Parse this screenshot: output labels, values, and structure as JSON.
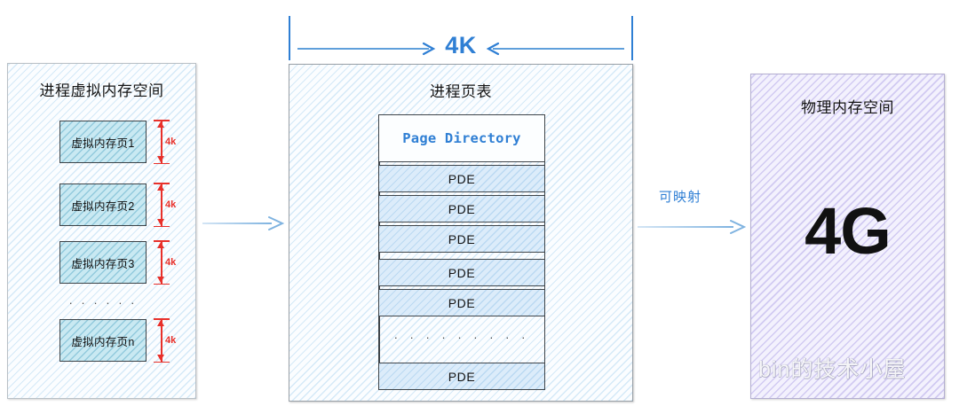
{
  "diagram": {
    "title_semantic": "virtual-memory-to-page-table-to-physical-memory",
    "colors": {
      "accent_blue": "#2f7fd4",
      "arrow_blue": "#7fb3e0",
      "dimension_red": "#e8302a",
      "page_fill_cyan": "#c9e9f2",
      "pde_fill_blue": "#dcecfa",
      "physical_fill_purple": "#f3f1fd"
    }
  },
  "top_dimension": {
    "label": "4K",
    "left_chevron_icon": "arrow-right-icon",
    "right_chevron_icon": "arrow-left-icon"
  },
  "virtual_memory_panel": {
    "title": "进程虚拟内存空间",
    "pages": [
      {
        "label": "虚拟内存页1",
        "size": "4k"
      },
      {
        "label": "虚拟内存页2",
        "size": "4k"
      },
      {
        "label": "虚拟内存页3",
        "size": "4k"
      },
      {
        "label": "虚拟内存页n",
        "size": "4k"
      }
    ],
    "ellipsis": "· · · · · ·"
  },
  "page_table_panel": {
    "title": "进程页表",
    "directory_label": "Page Directory",
    "entries": [
      {
        "label": "PDE"
      },
      {
        "label": "PDE"
      },
      {
        "label": "PDE"
      },
      {
        "label": "PDE"
      },
      {
        "label": "PDE"
      }
    ],
    "ellipsis": "· · · · · · · · ·",
    "last_entry": {
      "label": "PDE"
    }
  },
  "physical_memory_panel": {
    "title": "物理内存空间",
    "capacity": "4G",
    "watermark": {
      "text": "bin的技术小屋",
      "icon": "wechat-icon"
    }
  },
  "arrows": {
    "vm_to_pt": {
      "label": ""
    },
    "pt_to_pm": {
      "label": "可映射"
    }
  }
}
